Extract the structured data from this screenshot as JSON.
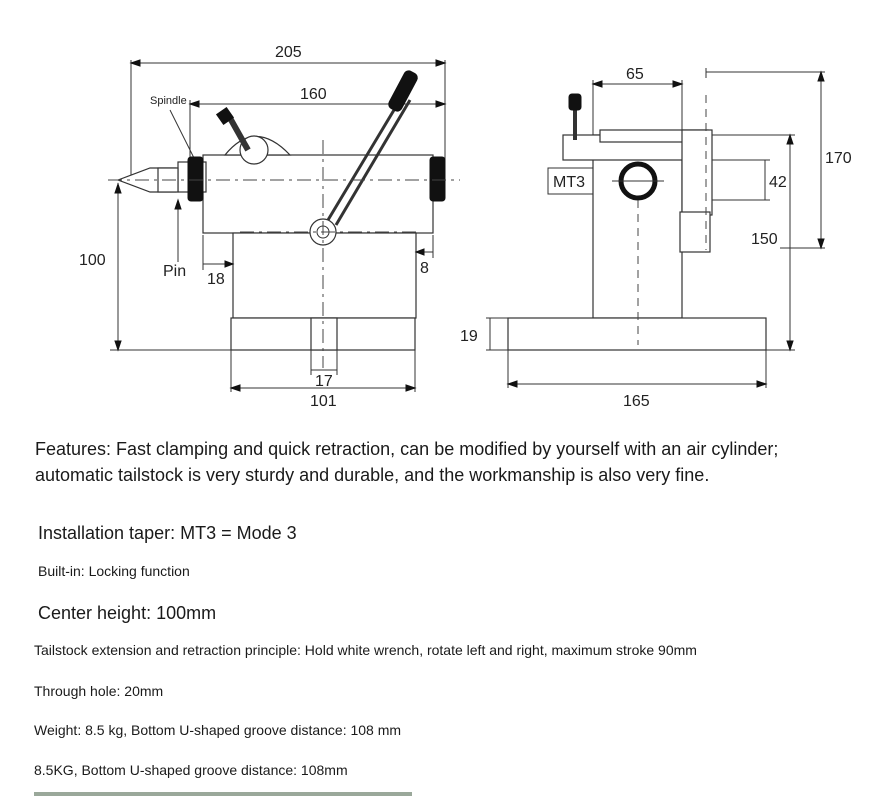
{
  "drawing": {
    "labels": {
      "d205": "205",
      "d160": "160",
      "spindle": "Spindle",
      "d100": "100",
      "pin": "Pin",
      "d18": "18",
      "d8": "8",
      "d17": "17",
      "d101": "101",
      "d65": "65",
      "d170": "170",
      "mt3": "MT3",
      "d42": "42",
      "d150": "150",
      "d19": "19",
      "d165": "165"
    }
  },
  "features": {
    "line1": "Features: Fast clamping and quick retraction, can be modified by yourself with an air cylinder;",
    "line2": "automatic tailstock is very sturdy and durable, and the workmanship is also very fine."
  },
  "specs": {
    "taper": "Installation taper: MT3 = Mode 3",
    "builtin": "Built-in: Locking function",
    "center_height": "Center height: 100mm",
    "principle": "Tailstock extension and retraction principle: Hold white wrench, rotate left and right, maximum stroke 90mm",
    "through_hole": "Through hole: 20mm",
    "weight": "Weight: 8.5 kg, Bottom U-shaped groove distance: 108 mm",
    "weight_alt": "8.5KG, Bottom U-shaped groove distance: 108mm"
  }
}
